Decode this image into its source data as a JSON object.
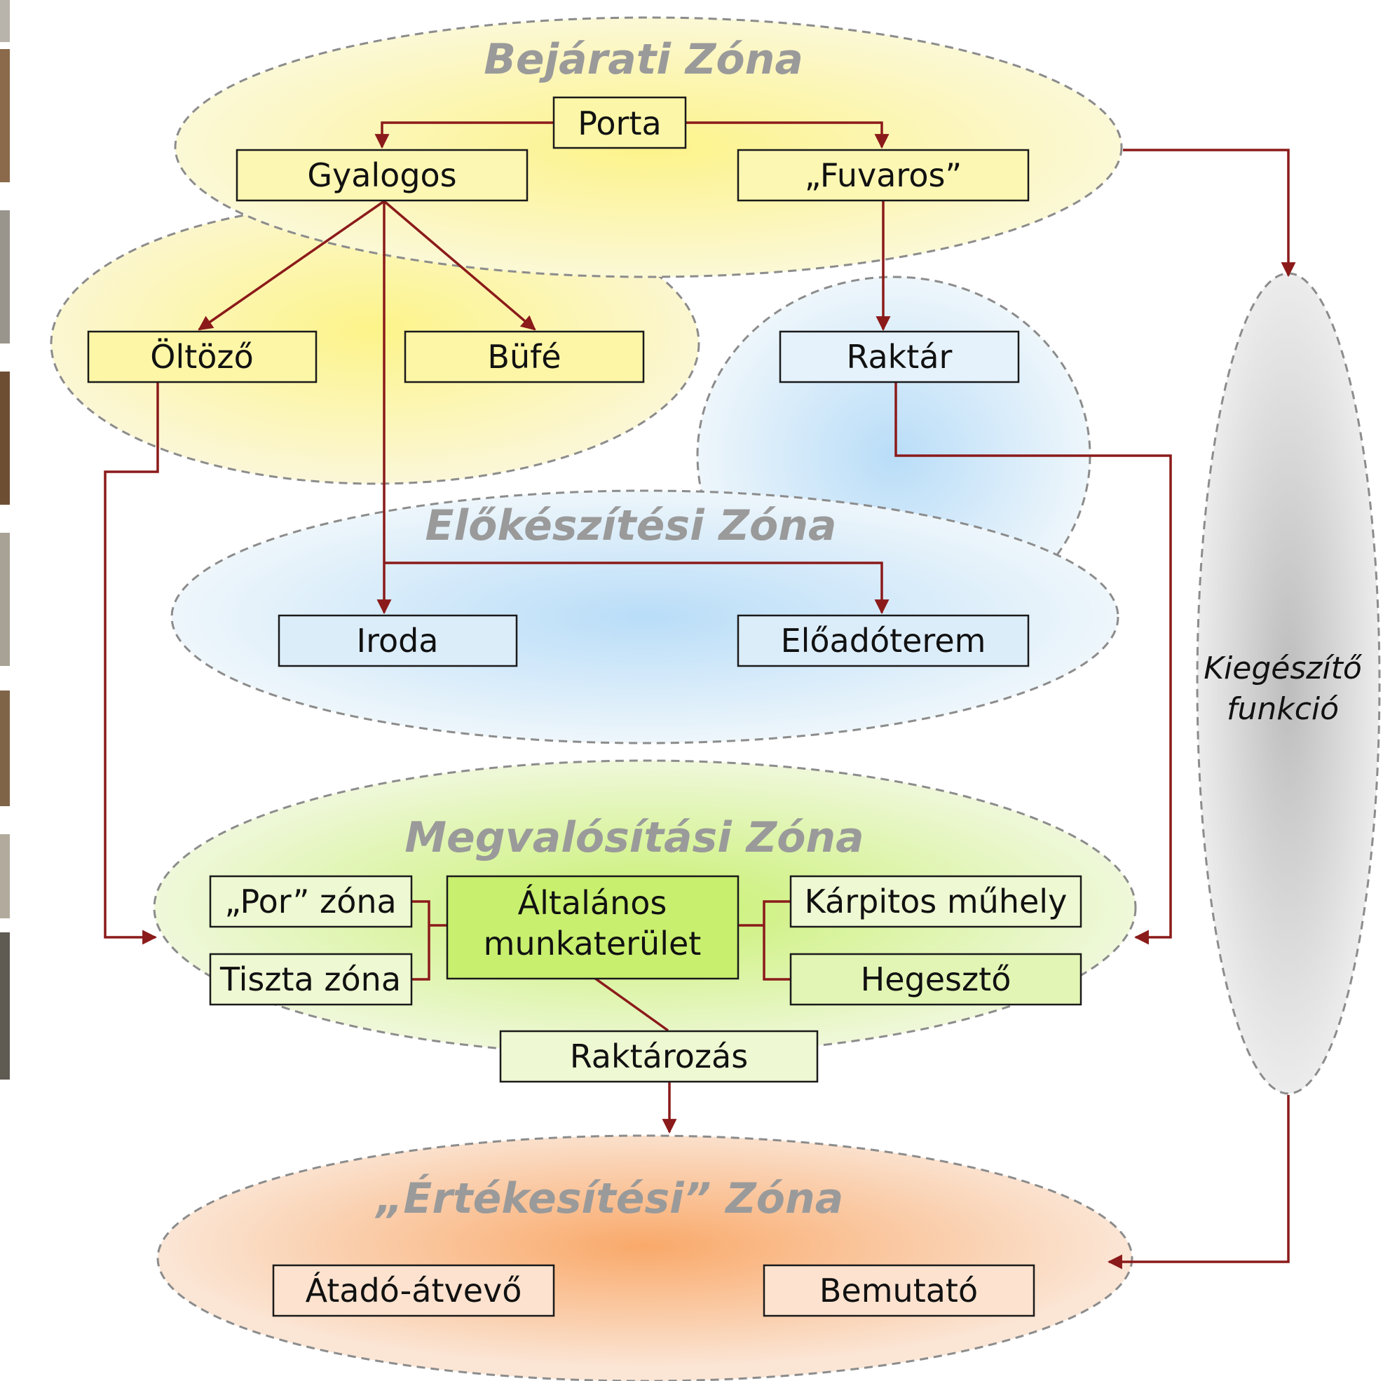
{
  "zones": {
    "entrance": "Bejárati Zóna",
    "preparation": "Előkészítési Zóna",
    "implementation": "Megvalósítási Zóna",
    "sales": "„Értékesítési” Zóna"
  },
  "side_label": {
    "line1": "Kiegészítő",
    "line2": "funkció"
  },
  "boxes": {
    "porta": "Porta",
    "gyalogos": "Gyalogos",
    "fuvaros": "„Fuvaros”",
    "oltozo": "Öltöző",
    "bufe": "Büfé",
    "raktar": "Raktár",
    "iroda": "Iroda",
    "eloadoterem": "Előadóterem",
    "por_zona": "„Por” zóna",
    "tiszta_zona": "Tiszta zóna",
    "altalanos_line1": "Általános",
    "altalanos_line2": "munkaterület",
    "karpitos": "Kárpitos műhely",
    "hegeszto": "Hegesztő",
    "raktarozas": "Raktározás",
    "atado": "Átadó-átvevő",
    "bemutato": "Bemutató"
  },
  "colors": {
    "connector": "#8b1a1a",
    "zone_title": "#9a9a9a",
    "yellow": "#fbf59a",
    "blue": "#cde8f8",
    "green": "#d6f19a",
    "orange": "#f7c193",
    "gray": "#cfcfcf"
  }
}
